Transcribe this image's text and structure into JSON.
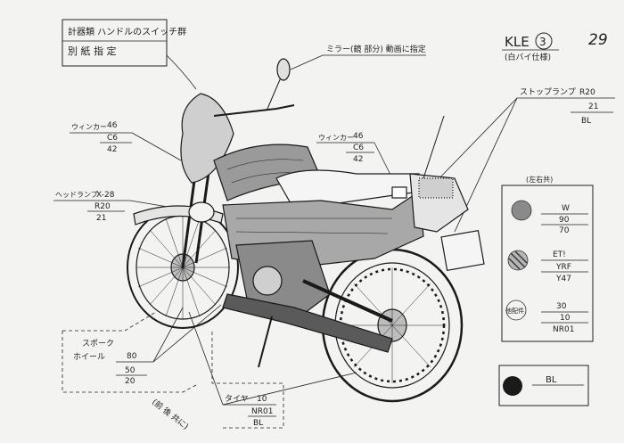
{
  "sheet": {
    "model_label": "KLE",
    "model_number": "3",
    "page_number": "29",
    "variant_note": "(白バイ仕様)"
  },
  "spec_box": {
    "line1": "計器類 ハンドルのスイッチ群",
    "line2": "別 紙 指 定"
  },
  "callouts": {
    "mirror": "ミラー(鏡 部分) 動画に指定",
    "winker_front": {
      "label": "ウィンカー",
      "values": [
        "46",
        "C6",
        "42"
      ]
    },
    "headlamp": {
      "label": "ヘッドランプ",
      "values": [
        "X-28",
        "R20",
        "21"
      ]
    },
    "winker_rear": {
      "label": "ウィンカー",
      "values": [
        "46",
        "C6",
        "42"
      ]
    },
    "stop_lamp": {
      "label": "ストップランプ",
      "values": [
        "R20",
        "21",
        "BL"
      ]
    },
    "spoke_wheel": {
      "label_line1": "スポーク",
      "label_line2": "ホイール",
      "values": [
        "80",
        "50",
        "20"
      ]
    },
    "tire": {
      "label": "タイヤ",
      "values": [
        "10",
        "NR01",
        "BL"
      ]
    },
    "front_rear_note": "(前 後 共に)"
  },
  "legend": {
    "header": "(左右共)",
    "items": [
      {
        "values": [
          "W",
          "90",
          "70"
        ],
        "swatch": "#8a8a8a"
      },
      {
        "label": "ET!",
        "values": [
          "YRF",
          "Y47"
        ],
        "swatch": "#9a9a9a"
      },
      {
        "label": "他配件",
        "values": [
          "30",
          "10",
          "NR01"
        ],
        "swatch": "#f3f3f1"
      }
    ],
    "bottom": {
      "value": "BL",
      "swatch": "#1a1a1a"
    }
  },
  "colors": {
    "ink": "#1a1a1a",
    "paper": "#f3f3f1",
    "tone": "#8a8a8a"
  }
}
